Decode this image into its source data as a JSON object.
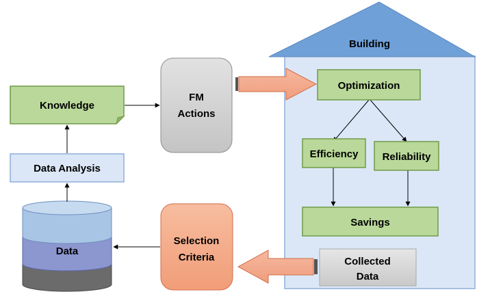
{
  "diagram": {
    "nodes": {
      "knowledge": "Knowledge",
      "data_analysis": "Data Analysis",
      "data": "Data",
      "fm_actions": [
        "FM",
        "Actions"
      ],
      "selection_criteria": [
        "Selection",
        "Criteria"
      ],
      "building": "Building",
      "optimization": "Optimization",
      "efficiency": "Efficiency",
      "reliability": "Reliability",
      "savings": "Savings",
      "collected_data": [
        "Collected",
        "Data"
      ]
    },
    "colors": {
      "green_fill": "#b9d89a",
      "green_stroke": "#6f9a47",
      "blue_fill": "#dbe7f6",
      "blue_stroke": "#8eaedb",
      "roof_fill": "#6fa0d8",
      "gray_fill": "#d0d0d0",
      "salmon_fill": "#f4ad8e",
      "salmon_stroke": "#d26d46",
      "db_top": "#a9c5e6",
      "db_mid": "#8c96cf",
      "db_bottom": "#6b6b6b"
    }
  }
}
